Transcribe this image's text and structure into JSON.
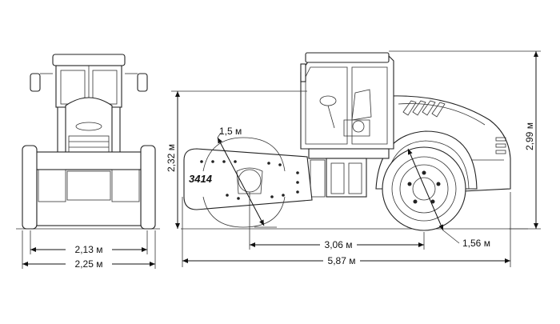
{
  "dimensions": {
    "front_width_inner": "2,13 м",
    "front_width_outer": "2,25 м",
    "height_overall": "2,99 м",
    "height_drum_axis": "2,32 м",
    "drum_diameter": "1,5 м",
    "wheelbase": "3,06 м",
    "wheel_diameter": "1,56 м",
    "length_overall": "5,87 м"
  },
  "model_label": "3414",
  "colors": {
    "line": "#222222",
    "background": "#ffffff"
  }
}
